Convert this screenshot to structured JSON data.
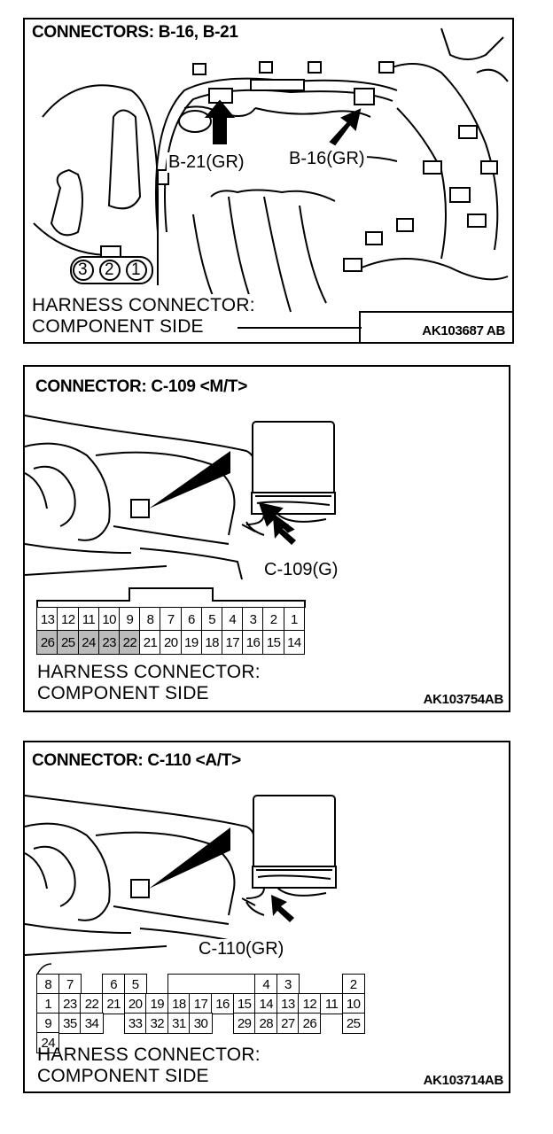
{
  "panels": [
    {
      "title": "CONNECTORS: B-16, B-21",
      "labels": [
        "B-21(GR)",
        "B-16(GR)"
      ],
      "pins": [
        "3",
        "2",
        "1"
      ],
      "caption_line1": "HARNESS CONNECTOR:",
      "caption_line2": "COMPONENT SIDE",
      "code": "AK103687 AB"
    },
    {
      "title": "CONNECTOR: C-109 <M/T>",
      "labels": [
        "C-109(G)"
      ],
      "pins_row1": [
        "13",
        "12",
        "11",
        "10",
        "9",
        "8",
        "7",
        "6",
        "5",
        "4",
        "3",
        "2",
        "1"
      ],
      "pins_row2": [
        "26",
        "25",
        "24",
        "23",
        "22",
        "21",
        "20",
        "19",
        "18",
        "17",
        "16",
        "15",
        "14"
      ],
      "caption_line1": "HARNESS CONNECTOR:",
      "caption_line2": "COMPONENT SIDE",
      "code": "AK103754AB"
    },
    {
      "title": "CONNECTOR: C-110 <A/T>",
      "labels": [
        "C-110(GR)"
      ],
      "pins_row1": [
        "8",
        "7",
        "",
        "6",
        "5",
        "",
        "",
        "",
        "",
        "4",
        "3",
        "",
        "",
        "2",
        "1"
      ],
      "pins_row2": [
        "23",
        "22",
        "21",
        "20",
        "19",
        "18",
        "17",
        "16",
        "15",
        "14",
        "13",
        "12",
        "11",
        "10",
        "9"
      ],
      "pins_row3": [
        "35",
        "34",
        "",
        "33",
        "32",
        "31",
        "30",
        "",
        "29",
        "28",
        "27",
        "26",
        "",
        "25",
        "24"
      ],
      "caption_line1": "HARNESS CONNECTOR:",
      "caption_line2": "COMPONENT SIDE",
      "code": "AK103714AB"
    }
  ]
}
